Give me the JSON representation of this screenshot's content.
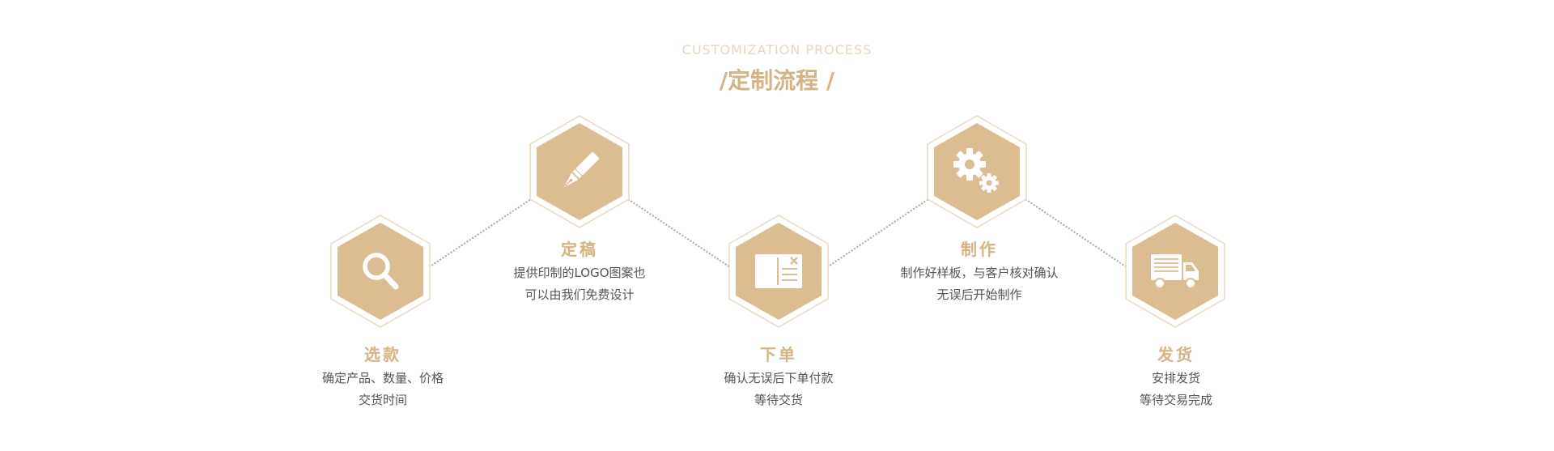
{
  "header": {
    "subtitle": "CUSTOMIZATION PROCESS",
    "title": "/定制流程 /"
  },
  "colors": {
    "accent": "#d6b383",
    "hex_fill": "#dcbd91",
    "hex_outline": "#e8d8c0",
    "text": "#555555",
    "connector": "#a8a8a8"
  },
  "steps": [
    {
      "title": "选款",
      "desc_line1": "确定产品、数量、价格",
      "desc_line2": "交货时间",
      "icon": "search-icon"
    },
    {
      "title": "定稿",
      "desc_line1": "提供印制的LOGO图案也",
      "desc_line2": "可以由我们免费设计",
      "icon": "pen-icon"
    },
    {
      "title": "下单",
      "desc_line1": "确认无误后下单付款",
      "desc_line2": "等待交货",
      "icon": "order-card-icon"
    },
    {
      "title": "制作",
      "desc_line1": "制作好样板，与客户核对确认",
      "desc_line2": "无误后开始制作",
      "icon": "gears-icon"
    },
    {
      "title": "发货",
      "desc_line1": "安排发货",
      "desc_line2": "等待交易完成",
      "icon": "truck-icon"
    }
  ]
}
